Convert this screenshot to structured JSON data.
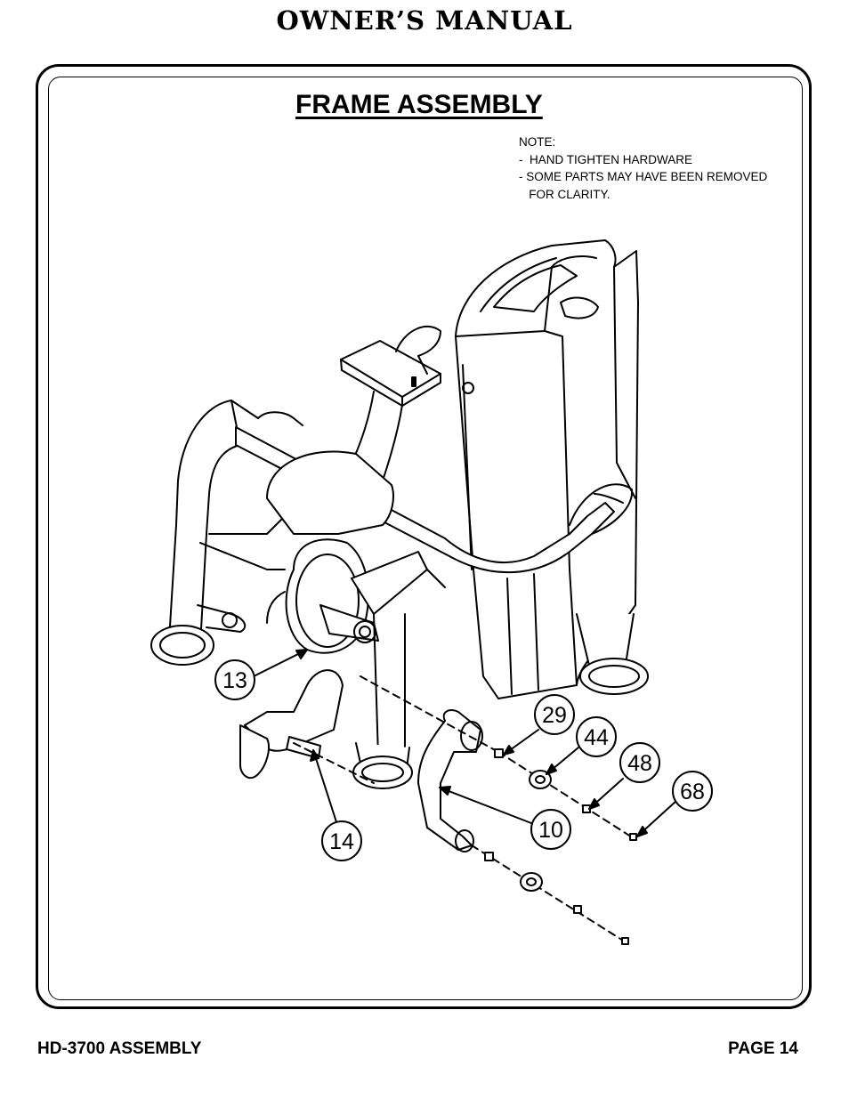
{
  "header": {
    "title": "OWNER’S MANUAL"
  },
  "section": {
    "title": "FRAME ASSEMBLY"
  },
  "note": {
    "lines": [
      "NOTE:",
      "-  HAND TIGHTEN HARDWARE",
      "- SOME PARTS MAY HAVE BEEN REMOVED",
      "   FOR CLARITY."
    ]
  },
  "callouts": [
    "13",
    "14",
    "29",
    "44",
    "48",
    "68",
    "10"
  ],
  "footer": {
    "left": "HD-3700 ASSEMBLY",
    "right": "PAGE 14"
  }
}
